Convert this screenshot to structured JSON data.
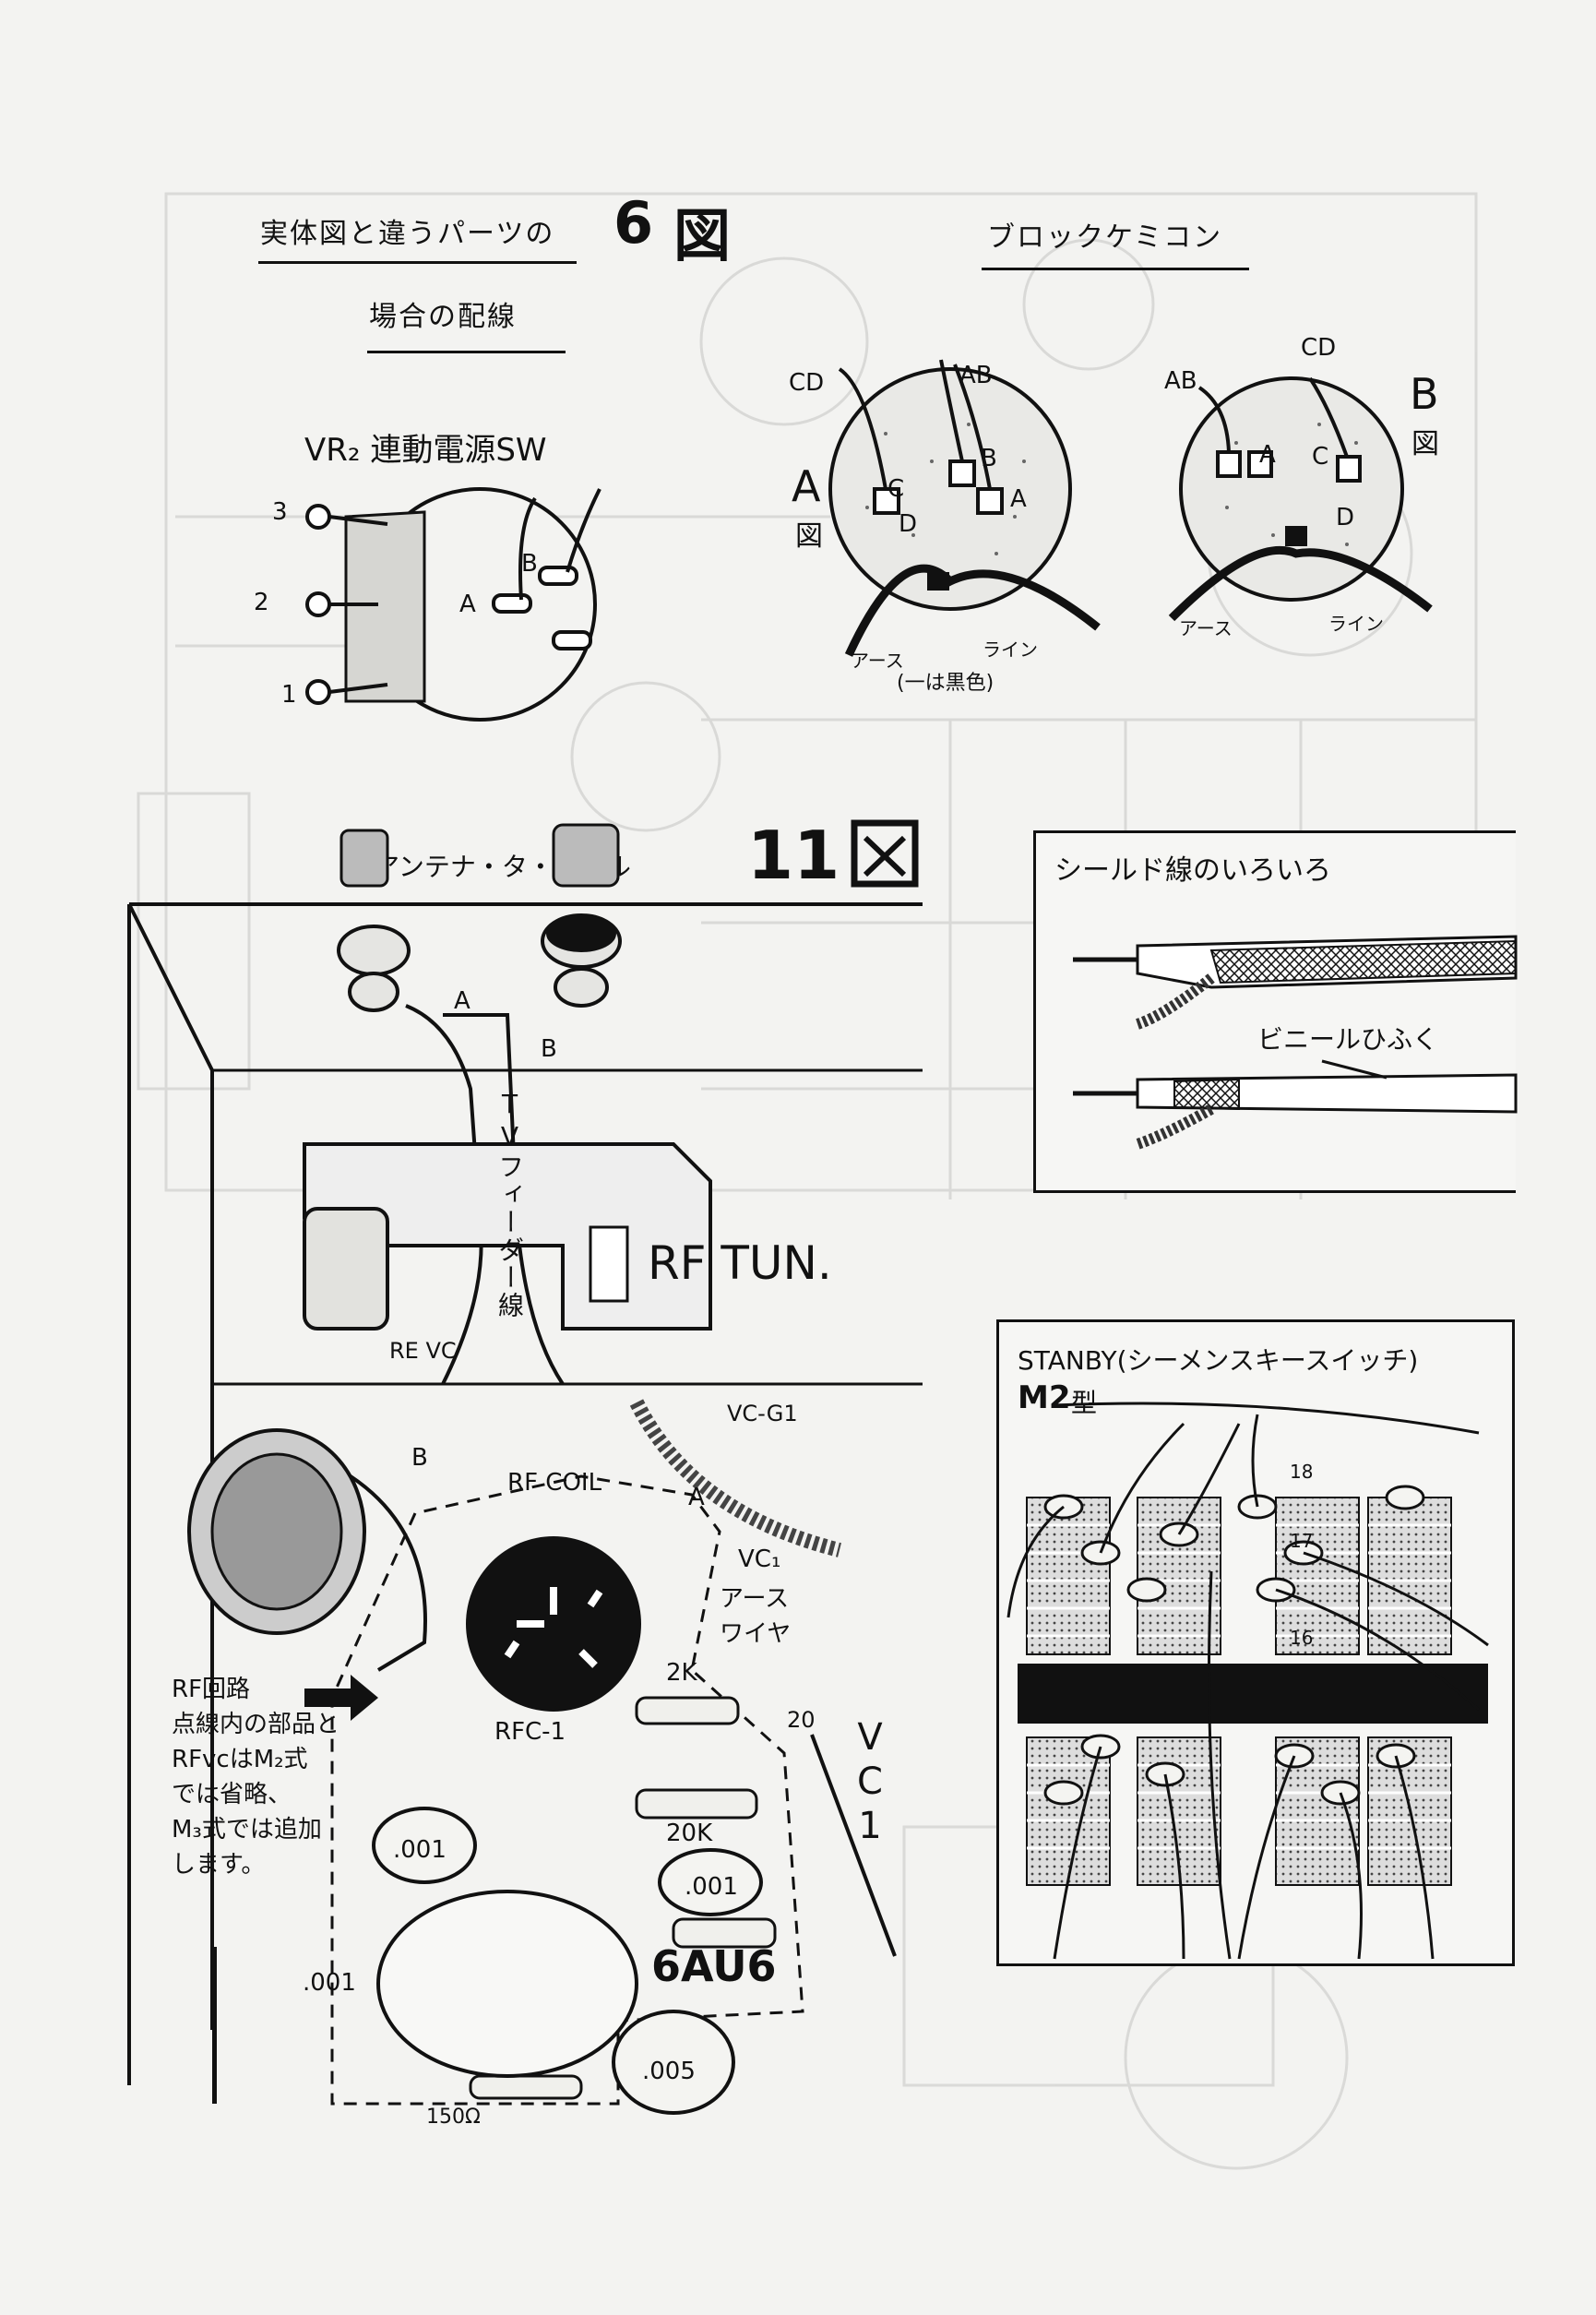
{
  "fig6": {
    "title_line1": "実体図と違うパーツの",
    "title_line2": "場合の配線",
    "fig_number": "6",
    "fig_kanji": "図"
  },
  "block_cap": {
    "heading": "ブロックケミコン",
    "fig_a_letter": "A",
    "fig_a_kanji": "図",
    "fig_b_letter": "B",
    "fig_b_kanji": "図",
    "cd_label": "CD",
    "ab_label": "AB",
    "pin_a": "A",
    "pin_b": "B",
    "pin_c": "C",
    "pin_d": "D",
    "earth": "アース",
    "line": "ライン",
    "black_note": "(一は黒色)"
  },
  "vr2_switch": {
    "title": "VR₂ 連動電源SW",
    "lug_1": "1",
    "lug_2": "2",
    "lug_3": "3",
    "term_a": "A",
    "term_b": "B"
  },
  "fig11": {
    "number": "11",
    "antenna_terminal": "アンテナ・タ・ミナル",
    "term_a": "A",
    "term_b": "B",
    "feeder": "TVフィーダー線",
    "rf_tun": "RF TUN.",
    "re_vc": "RE VC",
    "vc_g1": "VC-G1",
    "rf_coil": "RF COIL",
    "vc1_earth_line1": "VC₁",
    "vc1_earth_line2": "アース",
    "vc1_earth_line3": "ワイヤ",
    "r_2k": "2K",
    "rfc1": "RFC-1",
    "r_20k": "20K",
    "c_001_a": ".001",
    "c_001_b": ".001",
    "c_001_c": ".001",
    "c_005": ".005",
    "r_150": "150Ω",
    "tube": "6AU6",
    "vc1": "VC1",
    "pin_20": "20",
    "rf_note_line1": "RF回路",
    "rf_note_line2": "点線内の部品と",
    "rf_note_line3": "RFvcはM₂式",
    "rf_note_line4": "では省略、",
    "rf_note_line5": "M₃式では追加",
    "rf_note_line6": "します。"
  },
  "shield": {
    "title": "シールド線のいろいろ",
    "vinyl": "ビニールひふく"
  },
  "standby": {
    "title": "STANBY(シーメンスキースイッチ)",
    "model": "M2",
    "model_suffix": "型",
    "n18": "18",
    "n17": "17",
    "n16": "16"
  }
}
